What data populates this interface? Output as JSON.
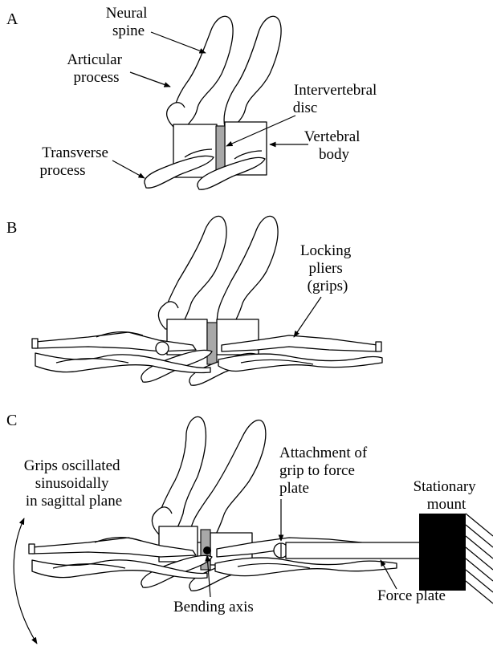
{
  "panels": {
    "a": {
      "letter": "A",
      "labels": {
        "neural_spine": [
          "Neural",
          "spine"
        ],
        "articular_process": [
          "Articular",
          "process"
        ],
        "intervertebral_disc": [
          "Intervertebral",
          "disc"
        ],
        "vertebral_body": [
          "Vertebral",
          "body"
        ],
        "transverse_process": [
          "Transverse",
          "process"
        ]
      }
    },
    "b": {
      "letter": "B",
      "labels": {
        "locking_pliers": [
          "Locking",
          "pliers",
          "(grips)"
        ]
      }
    },
    "c": {
      "letter": "C",
      "labels": {
        "grips_oscillated": [
          "Grips oscillated",
          "sinusoidally",
          "in sagittal plane"
        ],
        "attachment": [
          "Attachment of",
          "grip to force",
          "plate"
        ],
        "stationary_mount": [
          "Stationary",
          "mount"
        ],
        "force_plate": "Force plate",
        "bending_axis": "Bending axis"
      }
    }
  },
  "colors": {
    "disc_fill": "#a8a8a8",
    "outline": "#000000",
    "mount_fill": "#000000",
    "background": "#ffffff"
  }
}
